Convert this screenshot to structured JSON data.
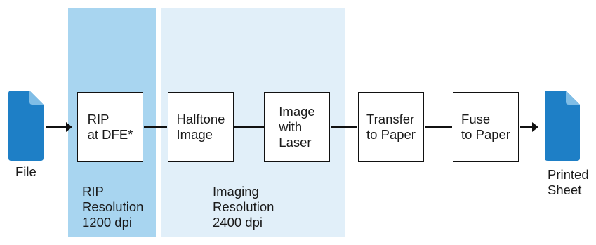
{
  "diagram": {
    "source_label": "File",
    "output_label": "Printed\nSheet",
    "steps": [
      "RIP\nat DFE*",
      "Halftone\nImage",
      "Image\nwith\nLaser",
      "Transfer\nto Paper",
      "Fuse\nto Paper"
    ],
    "zones": {
      "rip": "RIP\nResolution\n1200 dpi",
      "imaging": "Imaging\nResolution\n2400 dpi"
    },
    "colors": {
      "icon_blue": "#1e7fc6",
      "rip_zone": "#a8d5f0",
      "imaging_zone": "#e1eff9"
    }
  }
}
